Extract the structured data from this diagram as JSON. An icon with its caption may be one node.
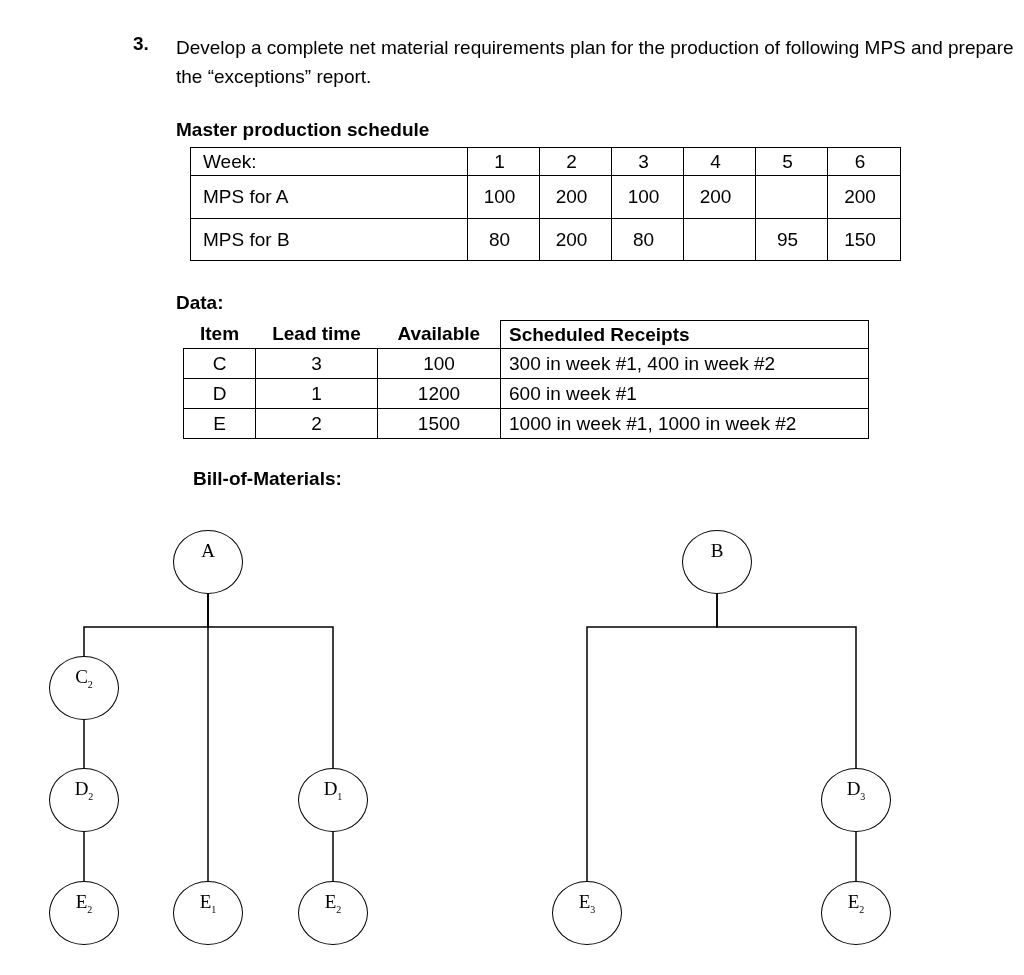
{
  "diagram": {
    "nodes": [
      {
        "text": [
          "A"
        ]
      },
      {
        "text": [
          "C$_{2}$"
        ]
      },
      {
        "text": [
          "D$_{2}$"
        ]
      },
      {
        "text": [
          "E$_{2}$"
        ]
      },
      {
        "text": [
          "E$_{1}$"
        ]
      },
      {
        "text": [
          "D$_{1}$"
        ]
      },
      {
        "text": [
          "E$_{2}$"
        ]
      },
      {
        "text": [
          "B"
        ]
      },
      {
        "text": [
          "E$_{3}$"
        ]
      },
      {
        "text": [
          "D$_{3}$"
        ]
      },
      {
        "text": [
          "E$_{2}$"
        ]
      }
    ],
    "edges": [
      {
        "from": 0,
        "to": 1,
        "arrow": "none"
      },
      {
        "from": 1,
        "to": 2,
        "arrow": "none"
      },
      {
        "from": 2,
        "to": 3,
        "arrow": "none"
      },
      {
        "from": 0,
        "to": 4,
        "arrow": "none"
      },
      {
        "from": 0,
        "to": 5,
        "arrow": "none"
      },
      {
        "from": 5,
        "to": 6,
        "arrow": "none"
      },
      {
        "from": 7,
        "to": 8,
        "arrow": "none"
      },
      {
        "from": 7,
        "to": 9,
        "arrow": "none"
      },
      {
        "from": 9,
        "to": 10,
        "arrow": "none"
      }
    ],
    "labels": [
      "3.",
      "Develop a complete net material requirements plan for the production of following MPS and prepare the “exceptions” report.",
      "Master production schedule",
      "Week:",
      "1",
      "2",
      "3",
      "4",
      "5",
      "6",
      "MPS for A",
      "100",
      "200",
      "100",
      "200",
      "200",
      "MPS for B",
      "80",
      "200",
      "80",
      "95",
      "150",
      "Data:",
      "Item",
      "Lead time",
      "Available",
      "Scheduled Receipts",
      "C",
      "3",
      "100",
      "300 in week #1, 400 in week #2",
      "D",
      "1",
      "1200",
      "600 in week #1",
      "E",
      "2",
      "1500",
      "1000 in week #1, 1000 in week #2",
      "Bill-of-Materials:"
    ]
  }
}
